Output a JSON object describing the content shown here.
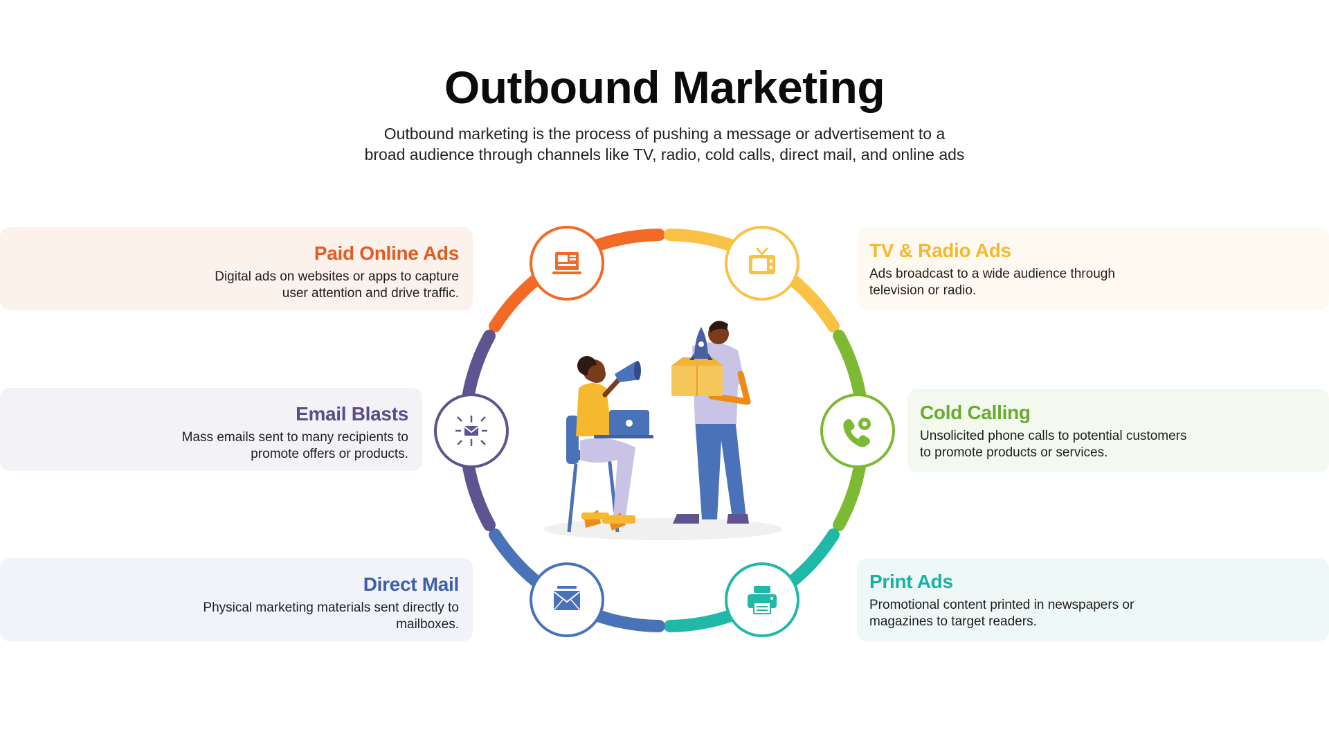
{
  "header": {
    "title": "Outbound Marketing",
    "subtitle_line1": "Outbound marketing is the process of pushing a message or advertisement to a",
    "subtitle_line2": "broad audience through channels like TV, radio, cold calls, direct mail, and online ads"
  },
  "channels": {
    "paid_online_ads": {
      "title": "Paid Online Ads",
      "line1": "Digital ads on websites or apps to capture",
      "line2": "user attention and drive traffic.",
      "color": "#e25c22",
      "bg": "#fdf1ec",
      "icon": "online-ad-icon"
    },
    "tv_radio_ads": {
      "title": "TV & Radio Ads",
      "line1": "Ads broadcast to a wide audience through",
      "line2": "television or radio.",
      "color": "#f5b82e",
      "bg": "#fffaf1",
      "icon": "tv-icon"
    },
    "email_blasts": {
      "title": "Email Blasts",
      "line1": "Mass emails sent to many recipients to",
      "line2": "promote offers or products.",
      "color": "#5b4b8a",
      "bg": "#f3f2f7",
      "icon": "email-blast-icon"
    },
    "cold_calling": {
      "title": "Cold Calling",
      "line1": "Unsolicited phone calls to potential customers",
      "line2": "to promote products or services.",
      "color": "#6aaa2e",
      "bg": "#f4f9ef",
      "icon": "phone-icon"
    },
    "direct_mail": {
      "title": "Direct Mail",
      "line1": "Physical marketing materials sent directly to",
      "line2": "mailboxes.",
      "color": "#3f5fa6",
      "bg": "#f1f3f8",
      "icon": "envelope-icon"
    },
    "print_ads": {
      "title": "Print Ads",
      "line1": "Promotional content printed in newspapers or",
      "line2": "magazines to target readers.",
      "color": "#1ab0a0",
      "bg": "#eef9f7",
      "icon": "printer-icon"
    }
  }
}
